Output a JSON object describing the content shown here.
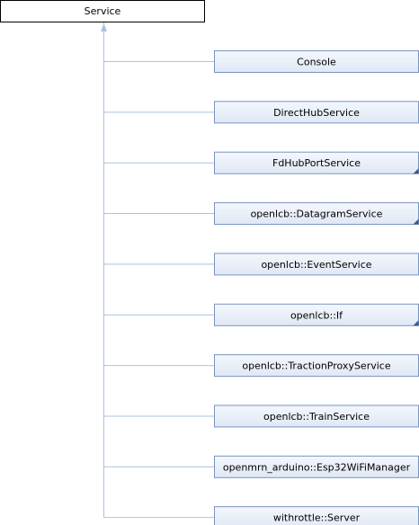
{
  "root": {
    "label": "Service"
  },
  "children": [
    {
      "label": "Console",
      "has_more": false
    },
    {
      "label": "DirectHubService",
      "has_more": false
    },
    {
      "label": "FdHubPortService",
      "has_more": true
    },
    {
      "label": "openlcb::DatagramService",
      "has_more": true
    },
    {
      "label": "openlcb::EventService",
      "has_more": false
    },
    {
      "label": "openlcb::If",
      "has_more": true
    },
    {
      "label": "openlcb::TractionProxyService",
      "has_more": false
    },
    {
      "label": "openlcb::TrainService",
      "has_more": false
    },
    {
      "label": "openmrn_arduino::Esp32WiFiManager",
      "has_more": false
    },
    {
      "label": "withrottle::Server",
      "has_more": false
    }
  ],
  "colors": {
    "root_fill": "#ffffff",
    "root_stroke": "#000000",
    "child_fill_top": "#f4f7fc",
    "child_fill_bottom": "#e0e8f5",
    "child_stroke": "#7a93c0",
    "edge": "#a9c3de",
    "more_marker": "#3a5a8c"
  }
}
